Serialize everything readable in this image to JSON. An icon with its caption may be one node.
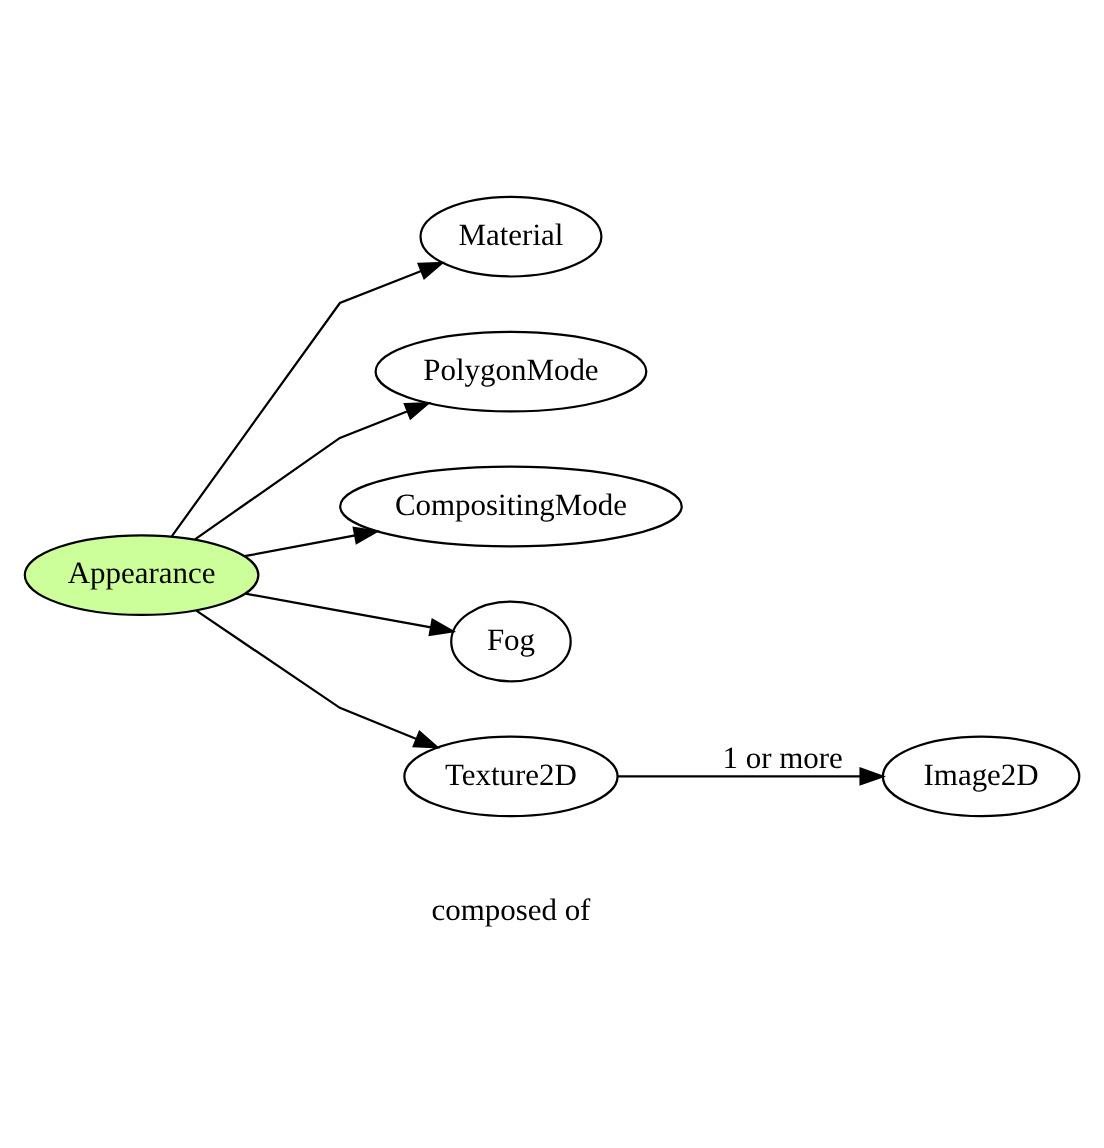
{
  "diagram": {
    "nodes": [
      {
        "text": [
          "Appearance"
        ]
      },
      {
        "text": [
          "Material"
        ]
      },
      {
        "text": [
          "PolygonMode"
        ]
      },
      {
        "text": [
          "CompositingMode"
        ]
      },
      {
        "text": [
          "Fog"
        ]
      },
      {
        "text": [
          "Texture2D"
        ]
      },
      {
        "text": [
          "Image2D"
        ]
      }
    ],
    "edges": [
      {
        "from": 0,
        "to": 1,
        "arrow": "to"
      },
      {
        "from": 0,
        "to": 2,
        "arrow": "to"
      },
      {
        "from": 0,
        "to": 3,
        "arrow": "to"
      },
      {
        "from": 0,
        "to": 4,
        "arrow": "to"
      },
      {
        "from": 0,
        "to": 5,
        "arrow": "to"
      },
      {
        "from": 5,
        "to": 6,
        "arrow": "to",
        "label": "1 or more"
      }
    ],
    "labels": [
      "composed of"
    ]
  }
}
